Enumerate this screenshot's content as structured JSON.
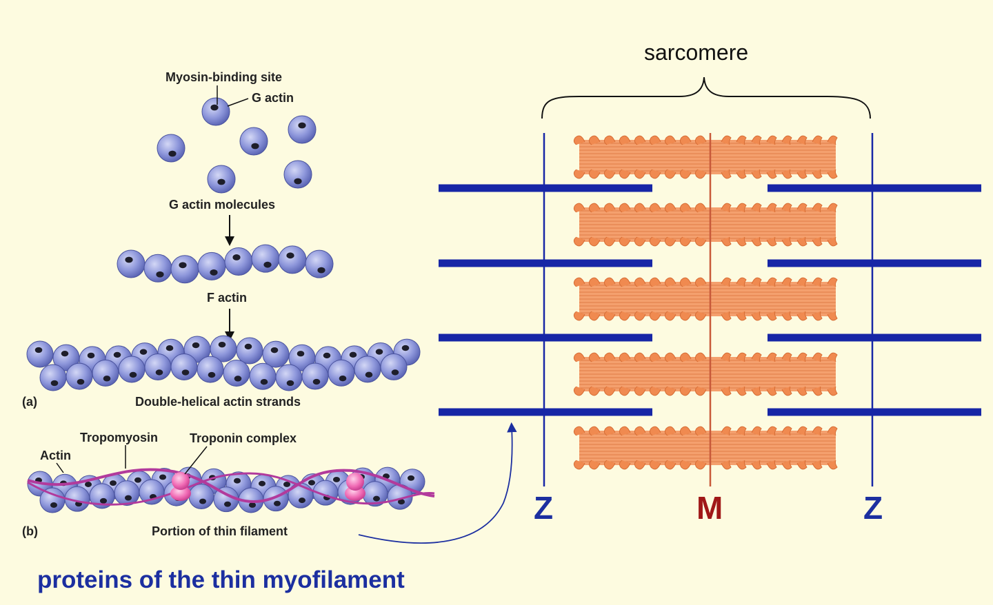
{
  "colors": {
    "background": "#fdfbe0",
    "actin": "#8b94d9",
    "thin_filament": "#1726a6",
    "myosin": "#f2905a",
    "m_line": "#c85a3a",
    "tropomyosin": "#b23a9c",
    "troponin": "#f06ab4",
    "z_label": "#1c2fa0",
    "m_label": "#a01818",
    "caption": "#1c2fa0"
  },
  "labels": {
    "myosin_binding_site": "Myosin-binding site",
    "g_actin": "G actin",
    "g_actin_molecules": "G actin molecules",
    "f_actin": "F actin",
    "panel_a": "(a)",
    "double_helical": "Double-helical actin strands",
    "tropomyosin": "Tropomyosin",
    "troponin_complex": "Troponin complex",
    "actin": "Actin",
    "panel_b": "(b)",
    "thin_filament_portion": "Portion of thin filament",
    "sarcomere": "sarcomere",
    "z_left": "Z",
    "m_line": "M",
    "z_right": "Z",
    "caption": "proteins of the thin myofilament"
  }
}
